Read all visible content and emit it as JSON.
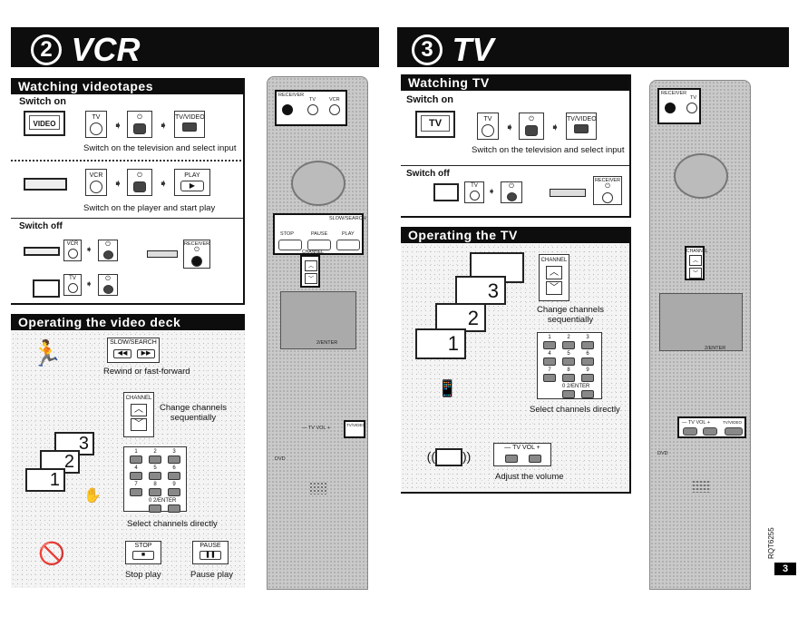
{
  "left": {
    "header": {
      "num": "2",
      "title": "VCR"
    },
    "watching": {
      "title": "Watching videotapes",
      "switch_on": "Switch on",
      "video_label": "VIDEO",
      "tv_key": "TV",
      "tvvideo_key": "TV/VIDEO",
      "caption1": "Switch on the television and select input",
      "vcr_key": "VCR",
      "play_key": "PLAY",
      "caption2": "Switch on the player and start play",
      "switch_off": "Switch off",
      "receiver_key": "RECEIVER"
    },
    "deck": {
      "title": "Operating the video deck",
      "slow_search": "SLOW/SEARCH",
      "rewind_caption": "Rewind or fast-forward",
      "channel_key": "CHANNEL",
      "channel_caption": "Change channels\nsequentially",
      "screens": [
        "3",
        "2",
        "1"
      ],
      "direct_caption": "Select channels directly",
      "enter_key": "0  2/ENTER",
      "stop_key": "STOP",
      "pause_key": "PAUSE",
      "stop_caption": "Stop play",
      "pause_caption": "Pause play"
    }
  },
  "right": {
    "header": {
      "num": "3",
      "title": "TV"
    },
    "watching": {
      "title": "Watching TV",
      "switch_on": "Switch on",
      "tv_label": "TV",
      "tv_key": "TV",
      "tvvideo_key": "TV/VIDEO",
      "caption1": "Switch on the television and select input",
      "switch_off": "Switch off",
      "receiver_key": "RECEIVER"
    },
    "operating": {
      "title": "Operating the TV",
      "channel_key": "CHANNEL",
      "channel_caption": "Change channels\nsequentially",
      "screens": [
        "3",
        "2",
        "1"
      ],
      "direct_caption": "Select channels directly",
      "enter_key": "0  2/ENTER",
      "tvvol_key": "— TV VOL +",
      "volume_caption": "Adjust the volume"
    }
  },
  "remote": {
    "receiver": "RECEIVER",
    "tv": "TV",
    "vcr": "VCR",
    "slow_search": "SLOW/SEARCH",
    "stop": "STOP",
    "pause": "PAUSE",
    "play": "PLAY",
    "channel": "CHANNEL",
    "enter": "2/ENTER",
    "tvvideo": "TV/VIDEO",
    "tvvol": "— TV VOL +",
    "dvd": "DVD"
  },
  "footer": {
    "page": "3",
    "code": "RQT6255"
  }
}
